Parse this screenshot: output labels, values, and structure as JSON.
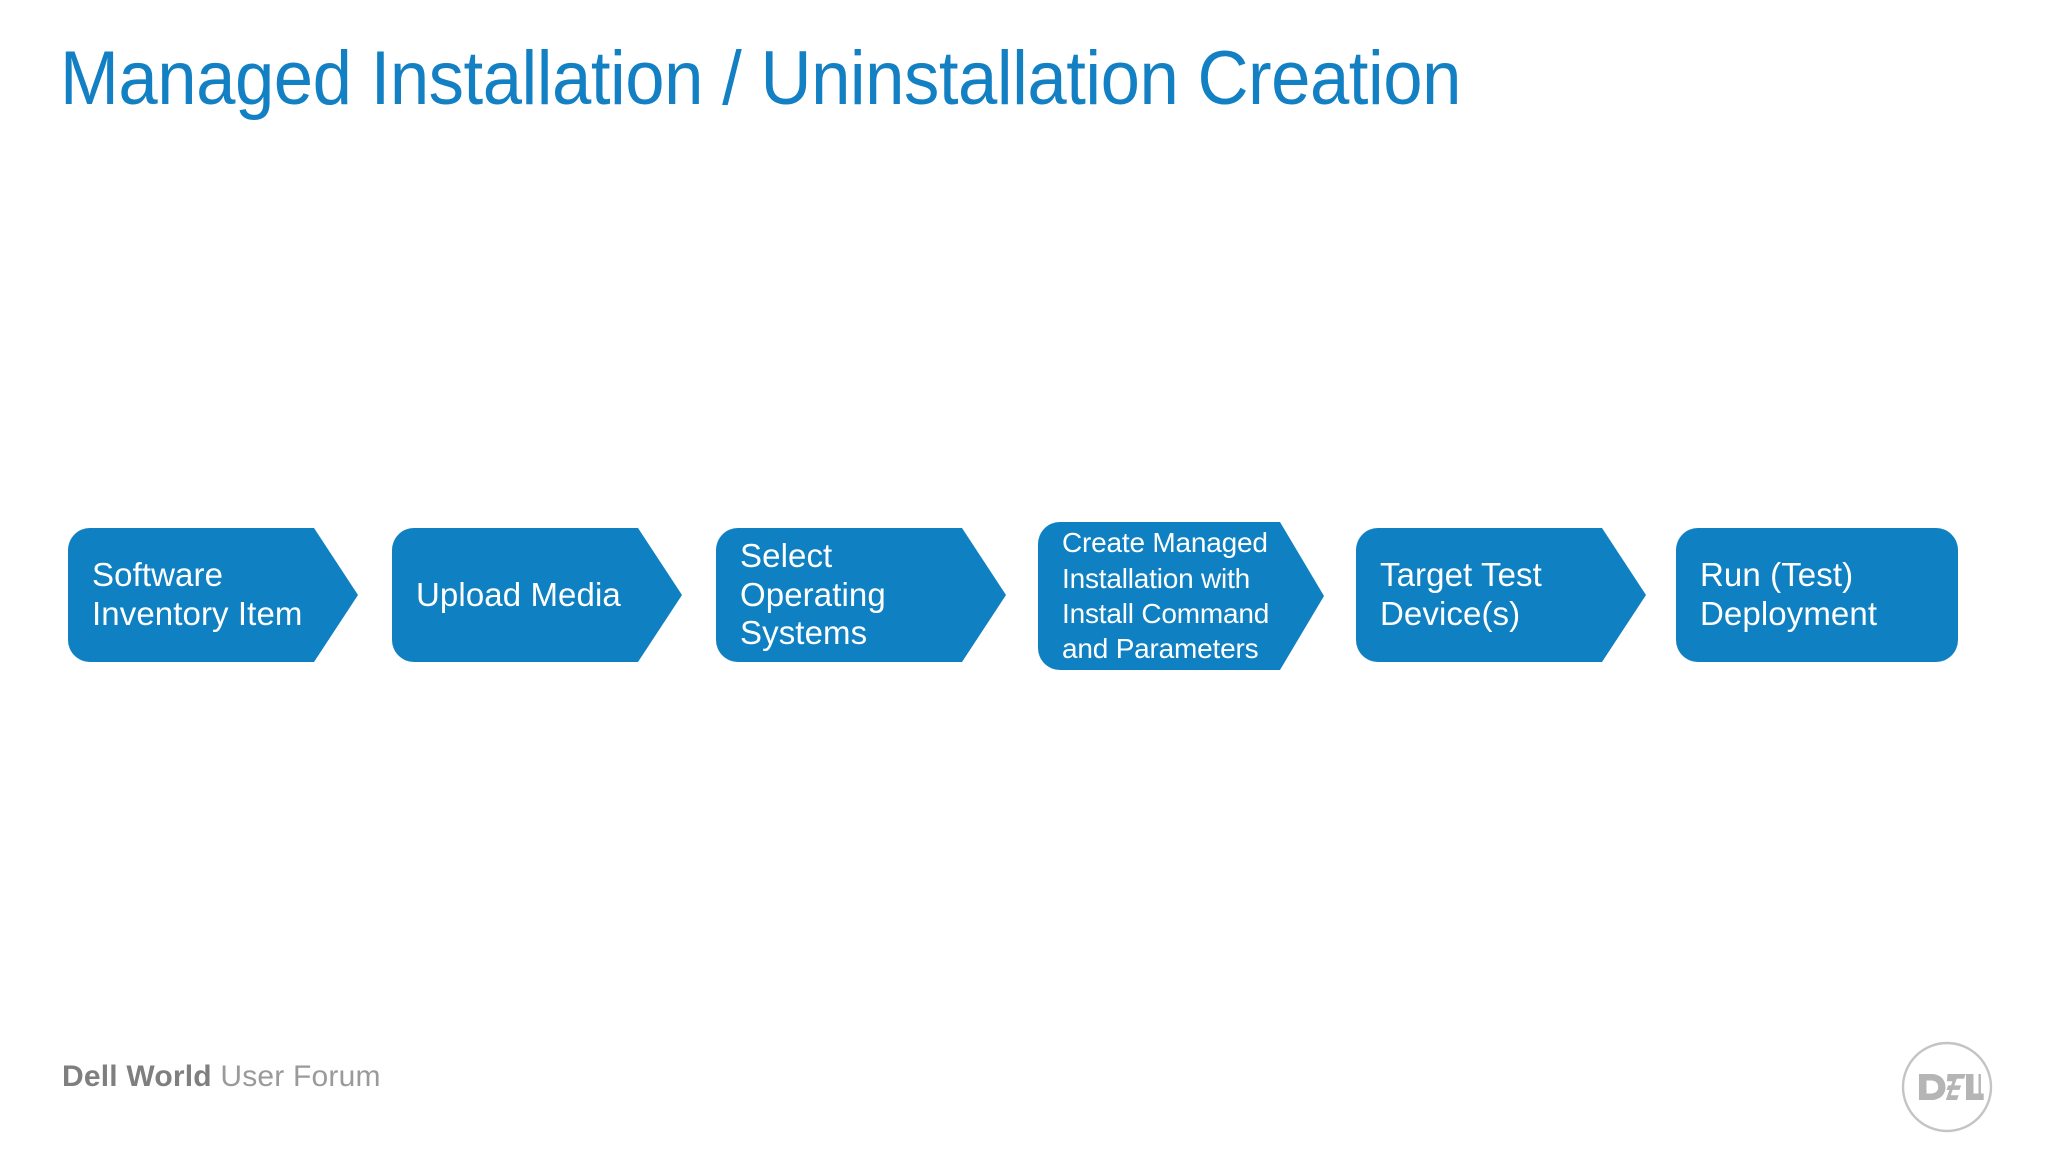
{
  "slide": {
    "title": "Managed Installation / Uninstallation Creation",
    "background_color": "#ffffff",
    "title_color": "#1380c4",
    "accent_color": "#0f80c2"
  },
  "process_flow": {
    "name": "managed-installation-uninstallation-process",
    "steps": [
      {
        "index": 1,
        "label": "Software\nInventory Item",
        "shape": "arrow",
        "style": "normal"
      },
      {
        "index": 2,
        "label": "Upload Media",
        "shape": "arrow",
        "style": "normal"
      },
      {
        "index": 3,
        "label": "Select\nOperating\nSystems",
        "shape": "arrow",
        "style": "normal"
      },
      {
        "index": 4,
        "label": "Create Managed\nInstallation with\nInstall Command\nand Parameters",
        "shape": "arrow",
        "style": "dense"
      },
      {
        "index": 5,
        "label": "Target Test\nDevice(s)",
        "shape": "arrow",
        "style": "normal"
      },
      {
        "index": 6,
        "label": "Run (Test)\nDeployment",
        "shape": "rounded",
        "style": "normal"
      }
    ]
  },
  "footer": {
    "brand_strong": "Dell World",
    "brand_light": " User Forum",
    "logo_text": "DELL",
    "logo_color": "#bdbdbd"
  }
}
